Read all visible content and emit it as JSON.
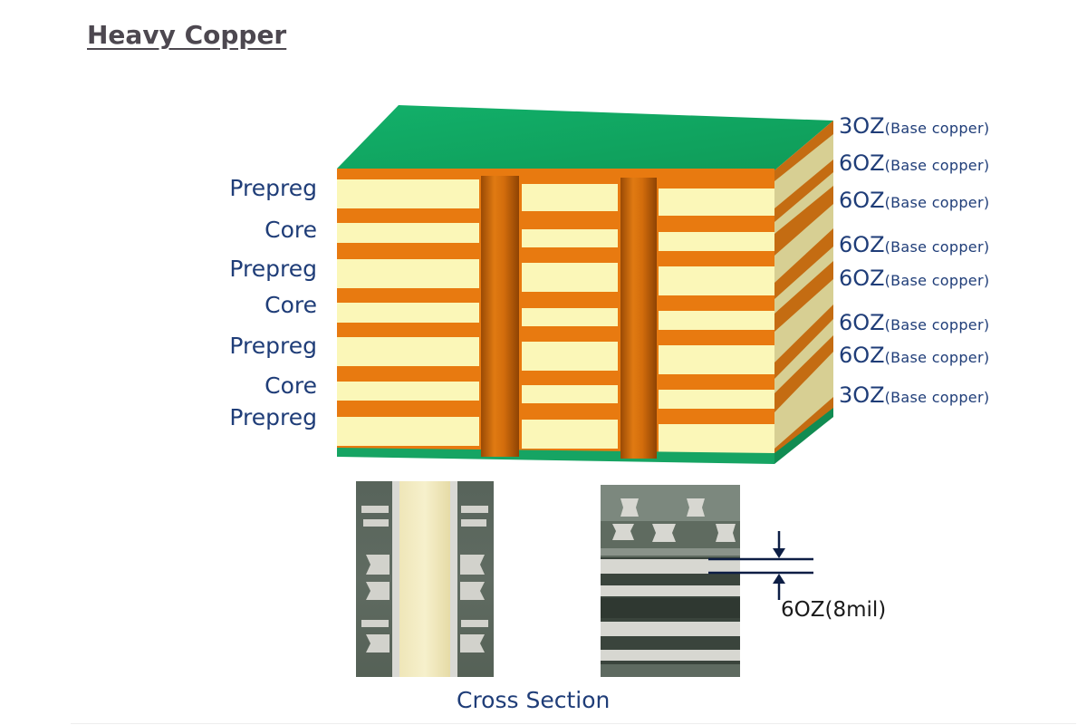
{
  "title": "Heavy Copper",
  "left_labels": [
    "Prepreg",
    "Core",
    "Prepreg",
    "Core",
    "Prepreg",
    "Core",
    "Prepreg"
  ],
  "right_labels": [
    {
      "weight": "3OZ",
      "note": "(Base copper)"
    },
    {
      "weight": "6OZ",
      "note": "(Base copper)"
    },
    {
      "weight": "6OZ",
      "note": "(Base copper)"
    },
    {
      "weight": "6OZ",
      "note": "(Base copper)"
    },
    {
      "weight": "6OZ",
      "note": "(Base copper)"
    },
    {
      "weight": "6OZ",
      "note": "(Base copper)"
    },
    {
      "weight": "6OZ",
      "note": "(Base copper)"
    },
    {
      "weight": "3OZ",
      "note": "(Base copper)"
    }
  ],
  "measurement_label": "6OZ(8mil)",
  "caption": "Cross Section",
  "colors": {
    "soldermask_green": "#15a763",
    "copper": "#e87a10",
    "dielectric": "#fbf7b8",
    "side_copper": "#c06810",
    "side_dielectric": "#d7cf93",
    "label_blue": "#1f3d78"
  }
}
